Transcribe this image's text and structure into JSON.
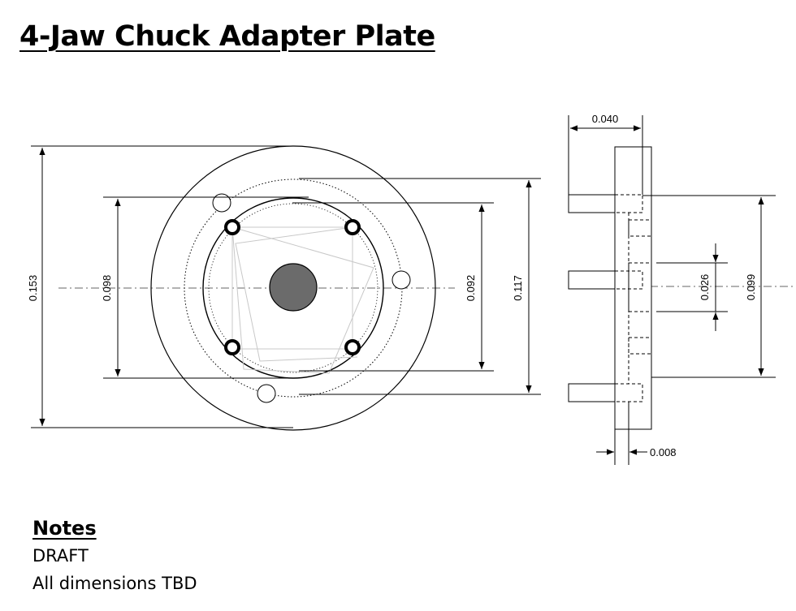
{
  "title": "4-Jaw Chuck Adapter Plate",
  "dimensions": {
    "outer_diameter": "0.153",
    "inner_diameter": "0.098",
    "bolt_circle_diameter": "0.092",
    "dotted_circle_diameter": "0.117",
    "side_thickness": "0.040",
    "boss_width": "0.026",
    "pin_span": "0.099",
    "offset": "0.008"
  },
  "notes": {
    "heading": "Notes",
    "lines": [
      "DRAFT",
      "All dimensions TBD"
    ]
  }
}
